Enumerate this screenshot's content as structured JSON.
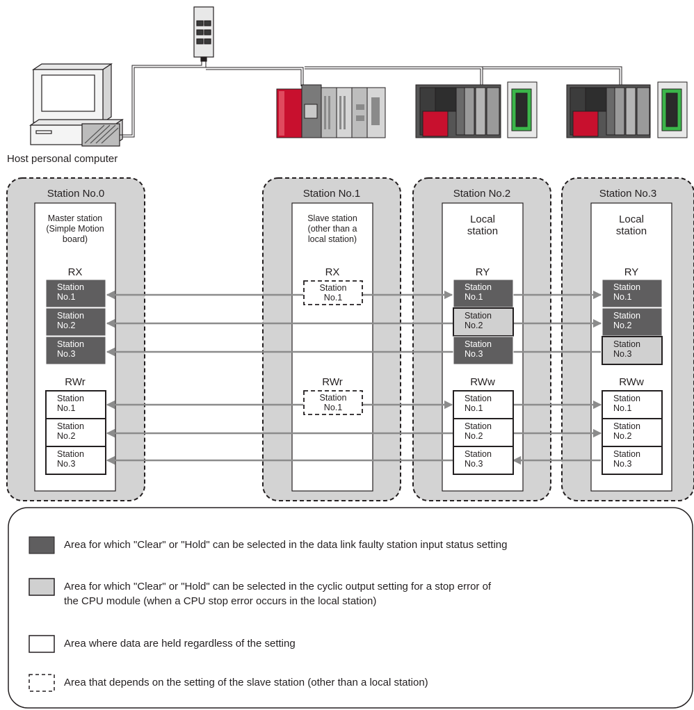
{
  "host_label": "Host personal computer",
  "stations": [
    {
      "header": "Station No.0",
      "role": "Master station\n(Simple Motion\nboard)",
      "area1": {
        "label": "RX",
        "cells": [
          "Station\nNo.1",
          "Station\nNo.2",
          "Station\nNo.3"
        ],
        "styles": [
          "dark",
          "dark",
          "dark"
        ]
      },
      "area2": {
        "label": "RWr",
        "cells": [
          "Station\nNo.1",
          "Station\nNo.2",
          "Station\nNo.3"
        ],
        "styles": [
          "white",
          "white",
          "white"
        ]
      }
    },
    {
      "header": "Station No.1",
      "role": "Slave station\n(other than a\nlocal station)",
      "area1": {
        "label": "RX",
        "cells": [
          "Station\nNo.1"
        ],
        "styles": [
          "dashed"
        ]
      },
      "area2": {
        "label": "RWr",
        "cells": [
          "Station\nNo.1"
        ],
        "styles": [
          "dashed"
        ]
      }
    },
    {
      "header": "Station No.2",
      "role": "Local\nstation",
      "area1": {
        "label": "RY",
        "cells": [
          "Station\nNo.1",
          "Station\nNo.2",
          "Station\nNo.3"
        ],
        "styles": [
          "dark",
          "light",
          "dark"
        ]
      },
      "area2": {
        "label": "RWw",
        "cells": [
          "Station\nNo.1",
          "Station\nNo.2",
          "Station\nNo.3"
        ],
        "styles": [
          "white",
          "white",
          "white"
        ]
      }
    },
    {
      "header": "Station No.3",
      "role": "Local\nstation",
      "area1": {
        "label": "RY",
        "cells": [
          "Station\nNo.1",
          "Station\nNo.2",
          "Station\nNo.3"
        ],
        "styles": [
          "dark",
          "dark",
          "light"
        ]
      },
      "area2": {
        "label": "RWw",
        "cells": [
          "Station\nNo.1",
          "Station\nNo.2",
          "Station\nNo.3"
        ],
        "styles": [
          "white",
          "white",
          "white"
        ]
      }
    }
  ],
  "legend": [
    {
      "style": "dark",
      "text": "Area for which \"Clear\" or \"Hold\" can be selected in the data link faulty station input status setting"
    },
    {
      "style": "light",
      "text": "Area for which \"Clear\" or \"Hold\" can be selected in the cyclic output setting for a stop error of\nthe CPU module (when a CPU stop error occurs in the local station)"
    },
    {
      "style": "white",
      "text": "Area where data are held regardless of the setting"
    },
    {
      "style": "dashed",
      "text": "Area that depends on the setting of the slave station (other than a local station)"
    }
  ],
  "colors": {
    "dark_area": "#5f5e5f",
    "light_area": "#d0d0d0",
    "station_panel": "#d3d3d3",
    "arrow": "#8c8c8c",
    "plc_red": "#c8102e",
    "plc_green": "#3bb54a",
    "text": "#231f20"
  },
  "icons": [
    "computer-icon",
    "switching-hub-icon",
    "slave-io-module-icon",
    "local-plc-icon"
  ]
}
